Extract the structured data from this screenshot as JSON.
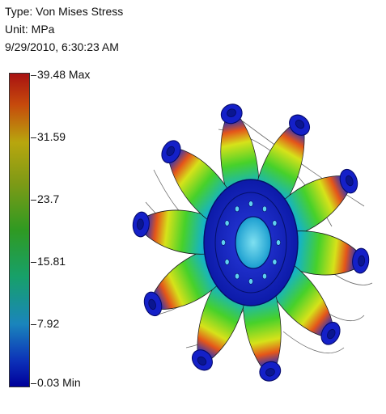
{
  "header": {
    "type_line": "Type: Von Mises Stress",
    "unit_line": "Unit: MPa",
    "timestamp_line": "9/29/2010, 6:30:23 AM"
  },
  "legend": {
    "max_label": "39.48 Max",
    "min_label": "0.03 Min",
    "tick_labels": [
      "31.59",
      "23.7",
      "15.81",
      "7.92"
    ],
    "colors": [
      "#a81212",
      "#c64a0c",
      "#b8a60e",
      "#7e9a16",
      "#2f9a22",
      "#17a06a",
      "#1a85bc",
      "#0c30b8",
      "#00009a"
    ]
  },
  "model": {
    "description": "stress contour plot of a spoked hub part",
    "arm_count": 10
  }
}
